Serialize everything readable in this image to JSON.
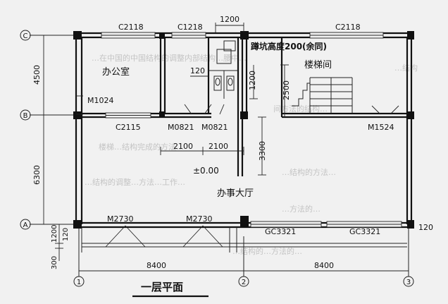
{
  "title": "一层平面",
  "rooms": {
    "office": "办公室",
    "stair": "楼梯间",
    "hall": "办事大厅"
  },
  "note": "蹲坑高度200(余同)",
  "elevation": "±0.00",
  "windows": {
    "c2118_left": "C2118",
    "c1218": "C1218",
    "c2118_right": "C2118",
    "c2115": "C2115",
    "gc3321_a": "GC3321",
    "gc3321_b": "GC3321"
  },
  "doors": {
    "m1024": "M1024",
    "m0821_a": "M0821",
    "m0821_b": "M0821",
    "m1524": "M1524",
    "m2730_a": "M2730",
    "m2730_b": "M2730"
  },
  "dims": {
    "d1200_top": "1200",
    "d120_wc": "120",
    "d1200_v": "1200",
    "d2500": "2500",
    "d3300": "3300",
    "d2100_a": "2100",
    "d2100_b": "2100",
    "d4500": "4500",
    "d6300": "6300",
    "d1200_left": "1200",
    "d120_left": "120",
    "d300": "300",
    "d120_right": "120",
    "d8400_a": "8400",
    "d8400_b": "8400"
  },
  "axes": {
    "c": "C",
    "b": "B",
    "a": "A",
    "n1": "1",
    "n2": "2",
    "n3": "3"
  },
  "faint": {
    "r1": "…在中国的中国结构的调整内部结构…腰中…",
    "r2": "间方法的结构…",
    "r3": "楼梯…结构完成的方法…",
    "r4": "…结构的方法…",
    "r5": "…结构的调整…方法…工作…",
    "r6": "…方法的…",
    "r7": "…结构",
    "r8": "…结构的…方法的…"
  }
}
